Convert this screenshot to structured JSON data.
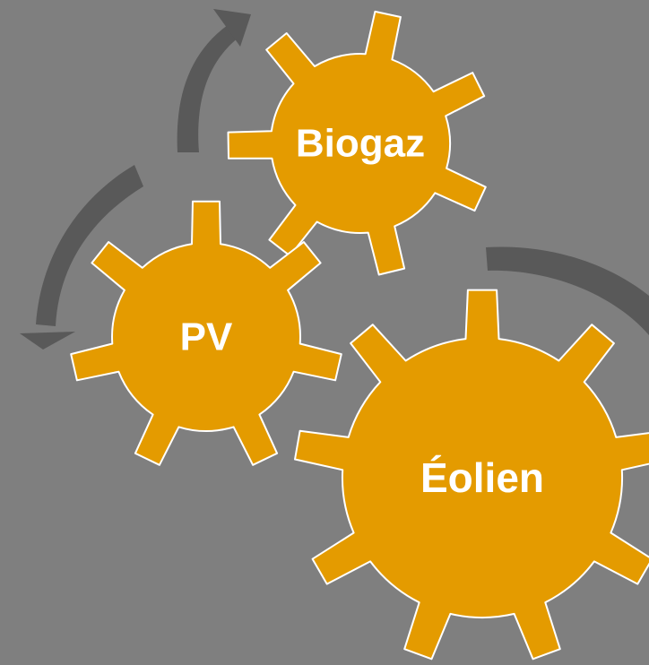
{
  "diagram": {
    "background_color": "#7f7f7f",
    "gear_color": "#e49b00",
    "gear_stroke_color": "#ffffff",
    "arrow_color": "#595959",
    "gears": [
      {
        "id": "biogaz",
        "label": "Biogaz",
        "teeth": 7
      },
      {
        "id": "pv",
        "label": "PV",
        "teeth": 7
      },
      {
        "id": "eolien",
        "label": "Éolien",
        "teeth": 9
      }
    ]
  }
}
